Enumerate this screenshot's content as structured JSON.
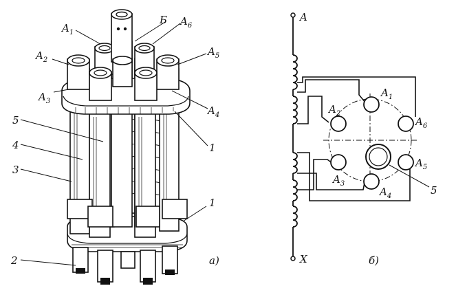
{
  "left_view": {
    "caption": "а)",
    "labels": {
      "A1": {
        "main": "A",
        "sub": "1"
      },
      "A2": {
        "main": "A",
        "sub": "2"
      },
      "A3": {
        "main": "A",
        "sub": "3"
      },
      "A4": {
        "main": "A",
        "sub": "4"
      },
      "A5": {
        "main": "A",
        "sub": "5"
      },
      "A6": {
        "main": "A",
        "sub": "6"
      },
      "B": "Б",
      "n1_upper": "1",
      "n1_lower": "1",
      "n2": "2",
      "n3": "3",
      "n4": "4",
      "n5": "5"
    }
  },
  "right_view": {
    "caption": "б)",
    "terminal_top": "A",
    "terminal_bottom": "X",
    "labels": {
      "A1": {
        "main": "A",
        "sub": "1"
      },
      "A2": {
        "main": "A",
        "sub": "2"
      },
      "A3": {
        "main": "A",
        "sub": "3"
      },
      "A4": {
        "main": "A",
        "sub": "4"
      },
      "A5": {
        "main": "A",
        "sub": "5"
      },
      "A6": {
        "main": "A",
        "sub": "6"
      },
      "n5": "5"
    }
  }
}
